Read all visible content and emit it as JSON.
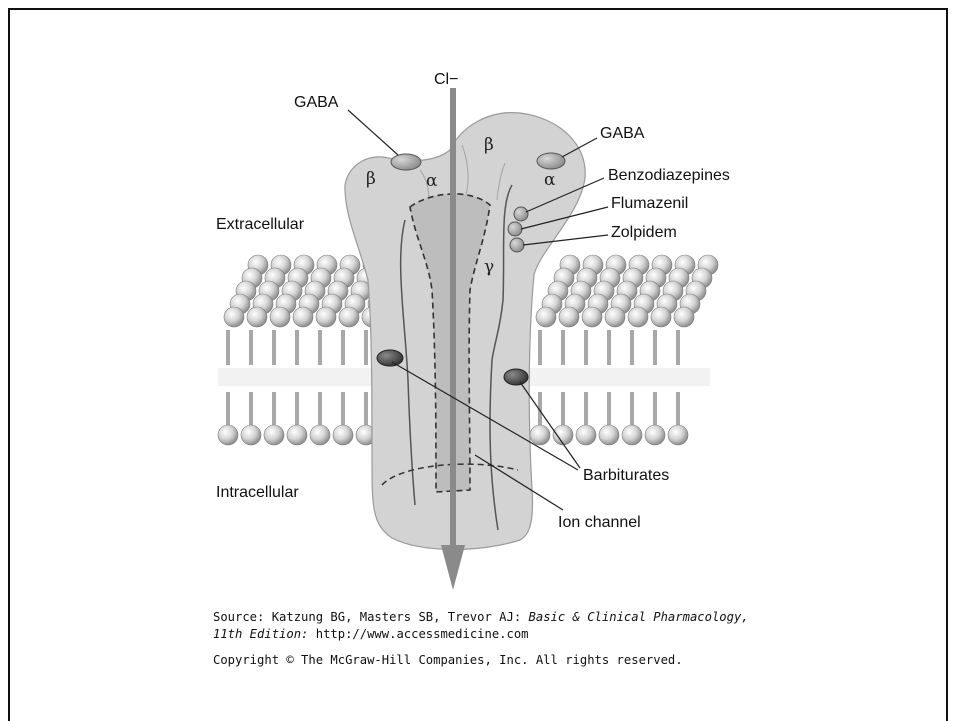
{
  "labels": {
    "chloride": "Cl−",
    "gaba_left": "GABA",
    "gaba_right": "GABA",
    "extracellular": "Extracellular",
    "intracellular": "Intracellular",
    "benzodiazepines": "Benzodiazepines",
    "flumazenil": "Flumazenil",
    "zolpidem": "Zolpidem",
    "barbiturates": "Barbiturates",
    "ion_channel": "Ion channel"
  },
  "subunits": {
    "beta_left": "β",
    "alpha_left": "α",
    "beta_right": "β",
    "alpha_right": "α",
    "gamma": "γ"
  },
  "source": {
    "prefix": "Source: Katzung BG, Masters SB, Trevor AJ: ",
    "book_title": "Basic & Clinical Pharmacology,",
    "edition": "11th Edition:",
    "url": " http://www.accessmedicine.com",
    "copyright": "Copyright © The McGraw-Hill Companies, Inc. All rights reserved."
  },
  "colors": {
    "protein": "#d3d3d3",
    "channel": "#bdbdbd",
    "arrow": "#8a8a8a",
    "site": "#9e9e9e",
    "barbiturate_site": "#555555",
    "lipid_head": "#d7d7d7",
    "lipid_tail": "#a8a8a8"
  }
}
